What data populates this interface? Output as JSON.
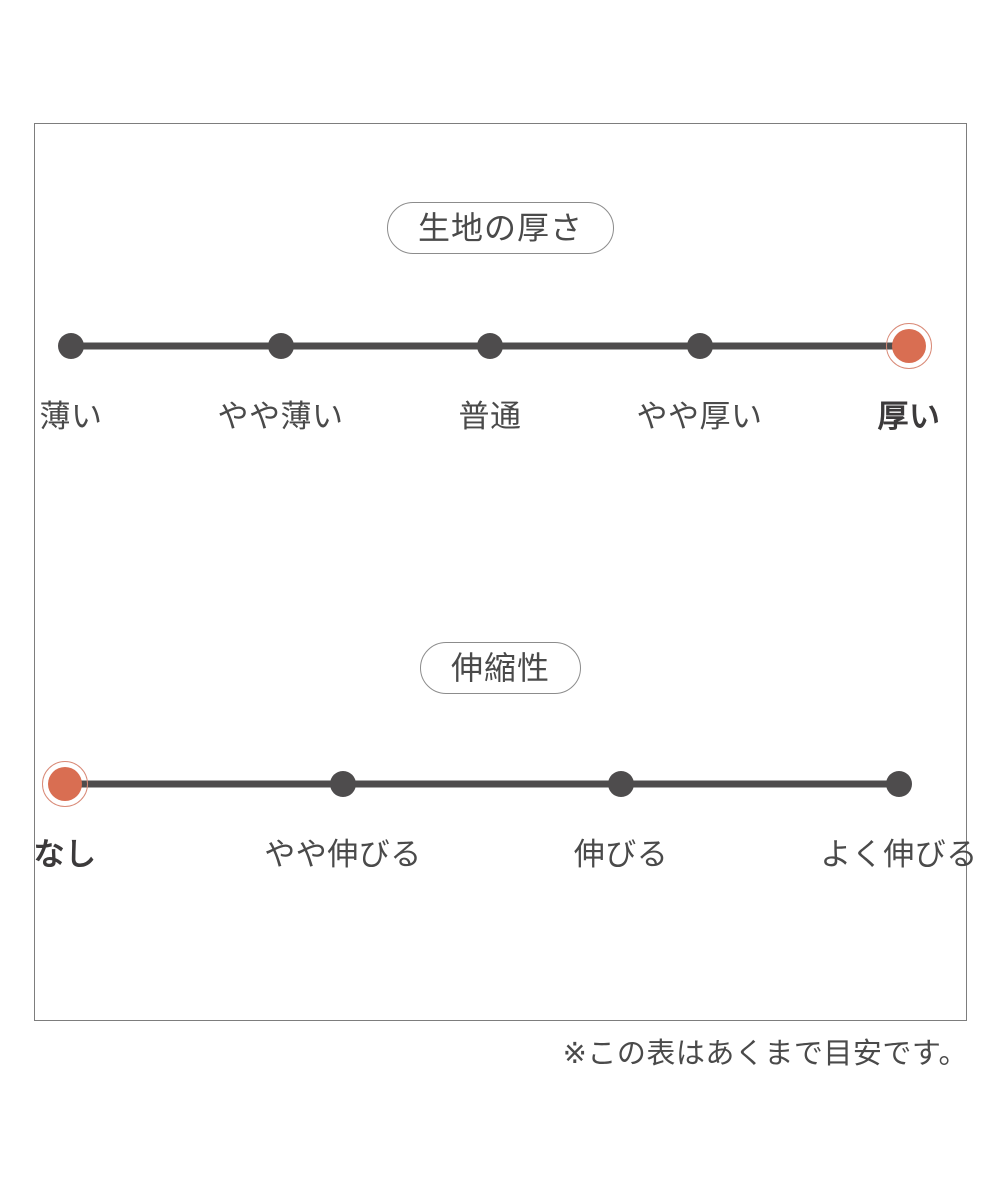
{
  "panel": {
    "border_color": "#7d7d7d",
    "background": "#ffffff"
  },
  "theme": {
    "ink": "#4a4a4a",
    "track": "#4e4c4d",
    "accent": "#d96e52",
    "accent_ring": "#d98a77",
    "pill_border": "#8c8c8c"
  },
  "sections": [
    {
      "id": "fabric-thickness",
      "heading": "生地の厚さ",
      "selected_index": 4,
      "options": [
        {
          "label": "薄い",
          "selected": false
        },
        {
          "label": "やや薄い",
          "selected": false
        },
        {
          "label": "普通",
          "selected": false
        },
        {
          "label": "やや厚い",
          "selected": false
        },
        {
          "label": "厚い",
          "selected": true
        }
      ]
    },
    {
      "id": "stretchiness",
      "heading": "伸縮性",
      "selected_index": 0,
      "options": [
        {
          "label": "なし",
          "selected": true
        },
        {
          "label": "やや伸びる",
          "selected": false
        },
        {
          "label": "伸びる",
          "selected": false
        },
        {
          "label": "よく伸びる",
          "selected": false
        }
      ]
    }
  ],
  "footnote": "※この表はあくまで目安です。"
}
